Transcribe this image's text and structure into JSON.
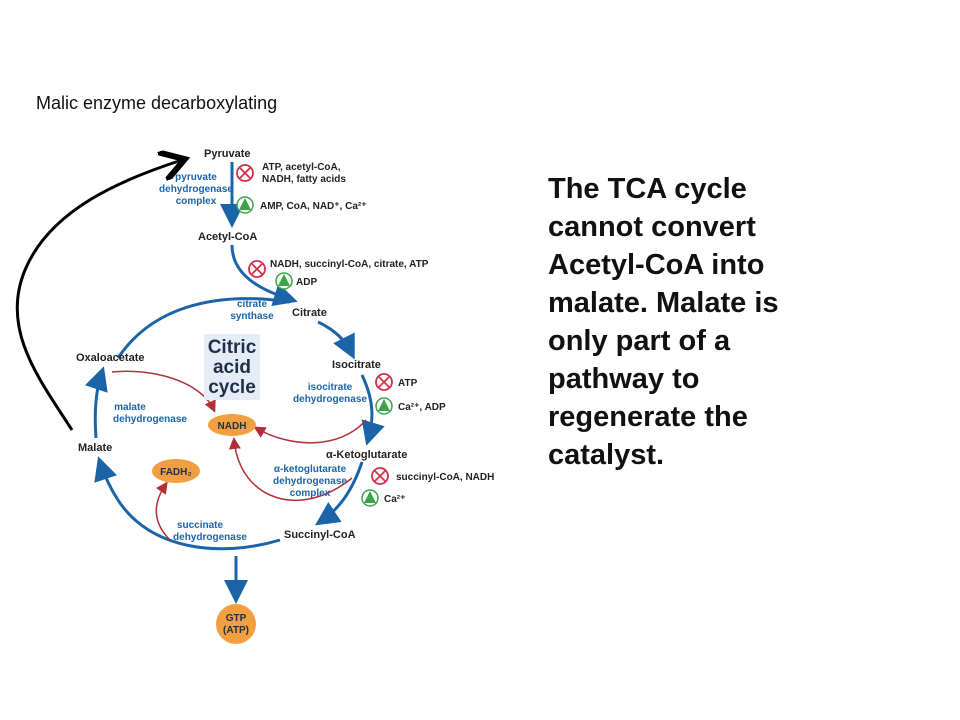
{
  "heading": "Malic enzyme decarboxylating",
  "explanation": "The TCA cycle cannot convert Acetyl-CoA into malate. Malate is only part of a pathway to regenerate the catalyst.",
  "colors": {
    "cycle_arrow": "#1b64a8",
    "cofactor_arrow": "#b0303a",
    "inhibit": "#d4304a",
    "activate": "#3aa44a",
    "product_fill": "#f0a040",
    "malic_enzyme_arrow": "#000000"
  },
  "diagram": {
    "center_label": [
      "Citric",
      "acid",
      "cycle"
    ],
    "molecules": {
      "pyruvate": "Pyruvate",
      "acetyl_coa": "Acetyl-CoA",
      "citrate": "Citrate",
      "isocitrate": "Isocitrate",
      "ketoglutarate": "α-Ketoglutarate",
      "succinyl_coa": "Succinyl-CoA",
      "malate": "Malate",
      "oxaloacetate": "Oxaloacetate"
    },
    "enzymes": {
      "pdh": [
        "pyruvate",
        "dehydrogenase",
        "complex"
      ],
      "citrate_synthase": [
        "citrate",
        "synthase"
      ],
      "isocitrate_dh": [
        "isocitrate",
        "dehydrogenase"
      ],
      "akgdh": [
        "α-ketoglutarate",
        "dehydrogenase",
        "complex"
      ],
      "succinate_dh": [
        "succinate",
        "dehydrogenase"
      ],
      "malate_dh": [
        "malate",
        "dehydrogenase"
      ]
    },
    "regulators": {
      "pdh_inhibitors": [
        "ATP, acetyl-CoA,",
        "NADH, fatty acids"
      ],
      "pdh_activators": "AMP, CoA, NAD⁺, Ca²⁺",
      "cs_inhibitors": "NADH, succinyl-CoA, citrate, ATP",
      "cs_activators": "ADP",
      "idh_inhibitors": "ATP",
      "idh_activators": "Ca²⁺, ADP",
      "akgdh_inhibitors": "succinyl-CoA, NADH",
      "akgdh_activators": "Ca²⁺"
    },
    "products": {
      "nadh": "NADH",
      "fadh2": "FADH₂",
      "gtp": [
        "GTP",
        "(ATP)"
      ]
    }
  }
}
